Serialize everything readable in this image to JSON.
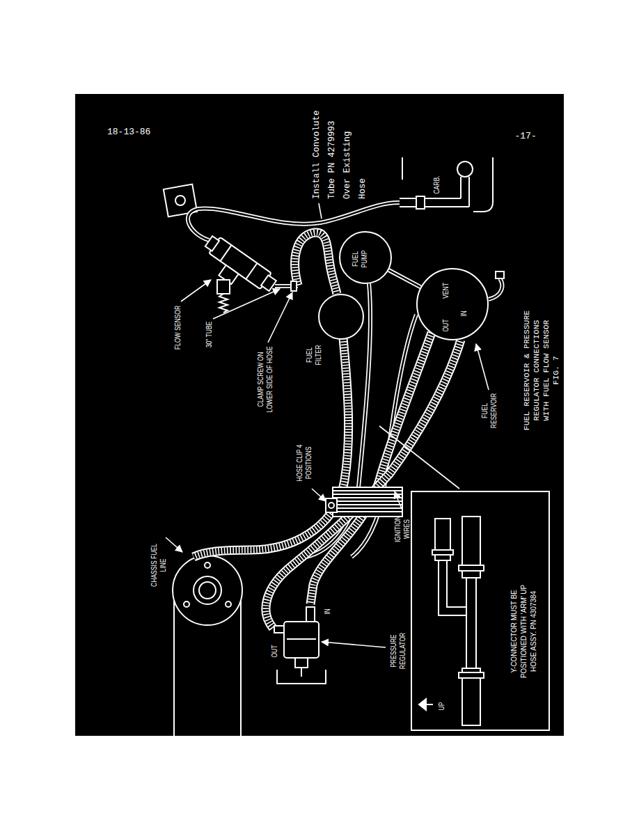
{
  "diagram": {
    "caption": "FUEL RESERVOIR & PRESSURE REGULATOR CONNECTIONS WITH FUEL FLOW SENSOR FIG. 7",
    "nodes": [
      {
        "text": [
          "FUEL PUMP"
        ]
      },
      {
        "text": [
          "FUEL FILTER"
        ]
      },
      {
        "text": [
          "OUT",
          "VENT",
          "IN"
        ]
      },
      {
        "text": [
          "UP",
          "Y-CONNECTOR MUST BE POSITIONED WITH 'ARM' UP HOSE ASSY. PN 4307384"
        ]
      }
    ],
    "edges": [
      {
        "from": 2,
        "to": 0,
        "arrow": "none"
      }
    ],
    "labels": [
      "18-13-86",
      "-17-",
      "Install Convolute Tube PN 4279993 Over Existing Hose",
      "CARB.",
      "FLOW SENSOR",
      "30\" TUBE",
      "CLAMP SCREW ON LOWER SIDE OF HOSE",
      "FUEL RESERVOIR",
      "HOSE CLIP 4 POSITIONS",
      "CHASSIS FUEL LINE",
      "IGNITION WIRES",
      "PRESSURE REGULATOR",
      "OUT",
      "IN"
    ]
  }
}
